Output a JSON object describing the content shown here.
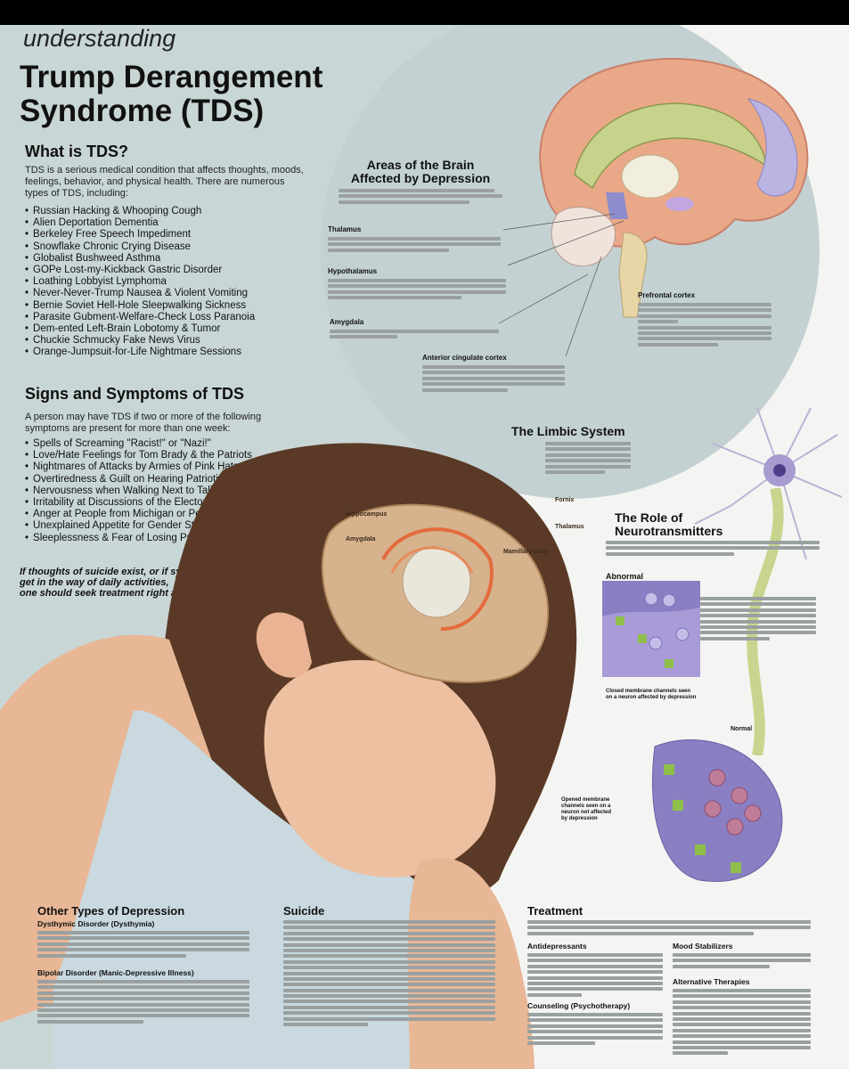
{
  "header": {
    "small": "understanding",
    "title_line1": "Trump Derangement",
    "title_line2": "Syndrome (TDS)"
  },
  "what": {
    "heading": "What is TDS?",
    "intro": "TDS is a serious medical condition that affects thoughts, moods, feelings, behavior, and physical health.  There are numerous types of TDS, including:",
    "items": [
      "Russian Hacking & Whooping Cough",
      "Alien Deportation Dementia",
      "Berkeley Free Speech Impediment",
      "Snowflake Chronic Crying Disease",
      "Globalist Bushweed Asthma",
      "GOPe Lost-my-Kickback Gastric Disorder",
      "Loathing Lobbyist Lymphoma",
      "Never-Never-Trump Nausea & Violent Vomiting",
      "Bernie Soviet Hell-Hole Sleepwalking Sickness",
      "Parasite Gubment-Welfare-Check Loss Paranoia",
      "Dem-ented Left-Brain Lobotomy & Tumor",
      "Chuckie Schmucky Fake News Virus",
      "Orange-Jumpsuit-for-Life Nightmare Sessions"
    ]
  },
  "signs": {
    "heading": "Signs and Symptoms of TDS",
    "intro": "A person may have TDS if two or more of the following symptoms are present for more than one week:",
    "items": [
      "Spells of Screaming \"Racist!\" or \"Nazi!\"",
      "Love/Hate Feelings  for Tom Brady & the Patriots",
      "Nightmares of Attacks by Armies of Pink Hats",
      "Overtiredness & Guilt on Hearing Patriotic Music",
      "Nervousness when Walking Next to Tall Walls",
      "Irritability at Discussions of the Electoral College",
      "Anger at People from Michigan or Pennsylvania",
      "Unexplained Appetite for Gender Studies",
      "Sleeplessness  & Fear of Losing Prosac Pills"
    ],
    "warning": [
      "If thoughts of suicide exist, or if symptoms",
      "get in the way of daily activities,",
      "one should seek treatment right away."
    ]
  },
  "brain": {
    "heading_line1": "Areas of the Brain",
    "heading_line2": "Affected by Depression",
    "labels": {
      "thalamus": "Thalamus",
      "hypothalamus": "Hypothalamus",
      "amygdala": "Amygdala",
      "acc": "Anterior cingulate cortex",
      "prefrontal": "Prefrontal cortex"
    }
  },
  "limbic": {
    "heading": "The Limbic System"
  },
  "head_labels": {
    "fornix": "Fornix",
    "hippocampus": "Hippocampus",
    "thalamus": "Thalamus",
    "amygdala": "Amygdala",
    "mamillary": "Mamillary body"
  },
  "neuro": {
    "heading_line1": "The Role of",
    "heading_line2": "Neurotransmitters",
    "abnormal": "Abnormal",
    "normal": "Normal",
    "closed_caption": [
      "Closed membrane channels seen",
      "on a neuron affected by depression"
    ],
    "opened_caption": [
      "Opened membrane",
      "channels seen on a",
      "neuron not affected",
      "by depression"
    ]
  },
  "bottom": {
    "other_heading": "Other Types of Depression",
    "dysthymic": "Dysthymic Disorder (Dysthymia)",
    "bipolar": "Bipolar Disorder (Manic-Depressive Illness)",
    "suicide_heading": "Suicide",
    "treatment_heading": "Treatment",
    "antidepressants": "Antidepressants",
    "mood": "Mood Stabilizers",
    "alternative": "Alternative Therapies",
    "counseling": "Counseling (Psychotherapy)"
  },
  "colors": {
    "background": "#f4f5f2",
    "panel": "#c9d6d6",
    "circle": "#c3d1d2",
    "frame": "#000000"
  }
}
